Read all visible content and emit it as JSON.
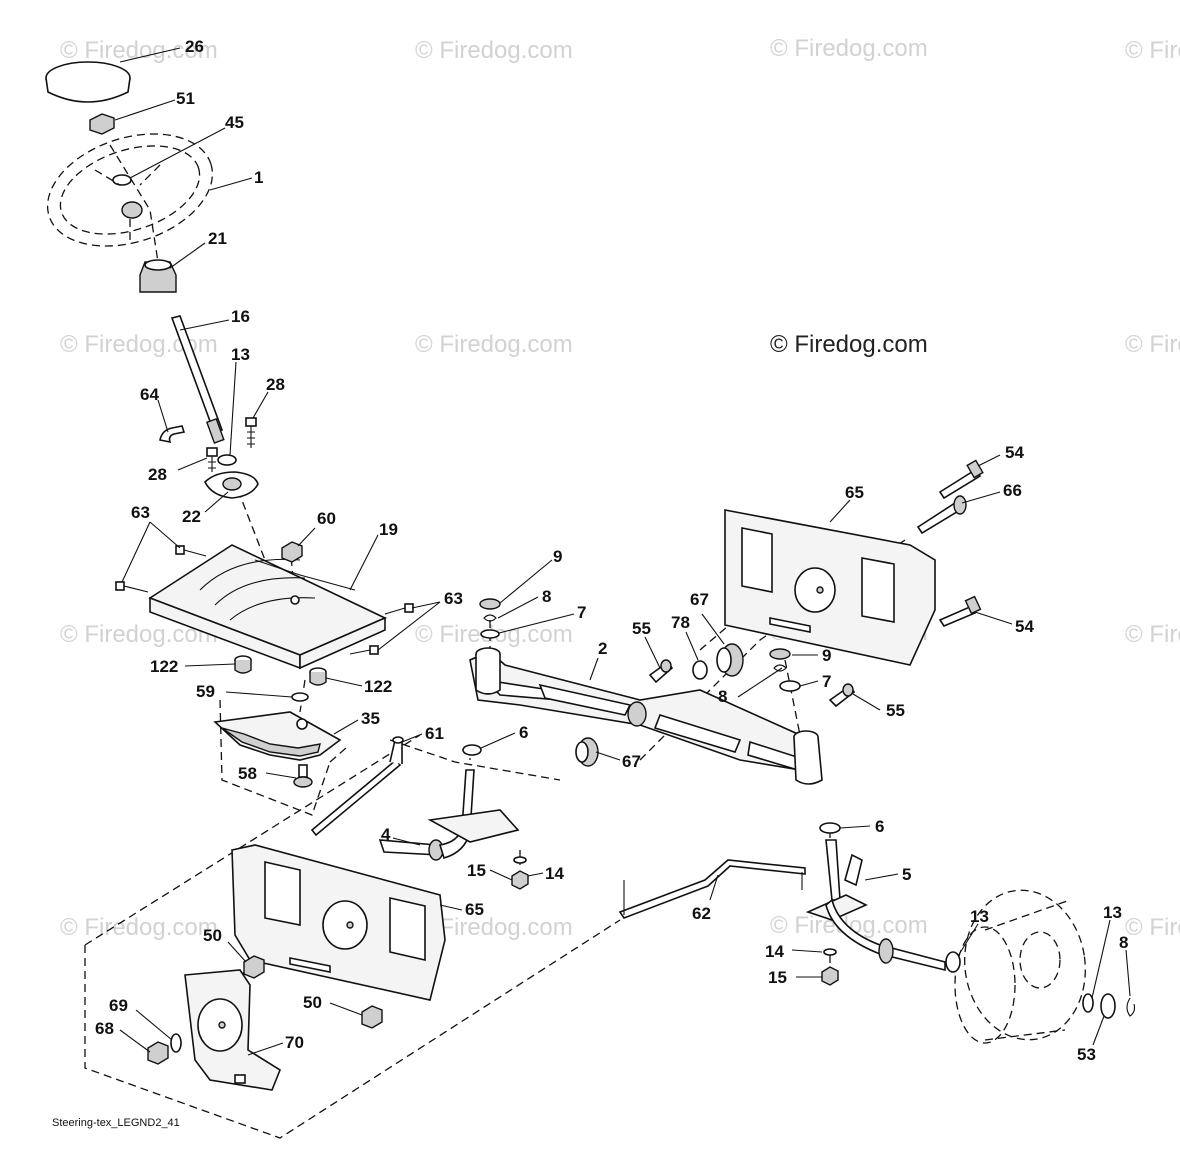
{
  "watermark": "© Firedog.com",
  "watermark_main": "© Firedog.com",
  "footer_caption": "Steering-tex_LEGND2_41",
  "callouts": [
    {
      "id": "c26",
      "label": "26"
    },
    {
      "id": "c51",
      "label": "51"
    },
    {
      "id": "c45",
      "label": "45"
    },
    {
      "id": "c1",
      "label": "1"
    },
    {
      "id": "c21",
      "label": "21"
    },
    {
      "id": "c16",
      "label": "16"
    },
    {
      "id": "c13a",
      "label": "13"
    },
    {
      "id": "c64",
      "label": "64"
    },
    {
      "id": "c28a",
      "label": "28"
    },
    {
      "id": "c28b",
      "label": "28"
    },
    {
      "id": "c22",
      "label": "22"
    },
    {
      "id": "c63a",
      "label": "63"
    },
    {
      "id": "c60",
      "label": "60"
    },
    {
      "id": "c19",
      "label": "19"
    },
    {
      "id": "c63b",
      "label": "63"
    },
    {
      "id": "c122a",
      "label": "122"
    },
    {
      "id": "c122b",
      "label": "122"
    },
    {
      "id": "c59",
      "label": "59"
    },
    {
      "id": "c35",
      "label": "35"
    },
    {
      "id": "c58",
      "label": "58"
    },
    {
      "id": "c61",
      "label": "61"
    },
    {
      "id": "c4",
      "label": "4"
    },
    {
      "id": "c6a",
      "label": "6"
    },
    {
      "id": "c15a",
      "label": "15"
    },
    {
      "id": "c14a",
      "label": "14"
    },
    {
      "id": "c9a",
      "label": "9"
    },
    {
      "id": "c8a",
      "label": "8"
    },
    {
      "id": "c7a",
      "label": "7"
    },
    {
      "id": "c55a",
      "label": "55"
    },
    {
      "id": "c78",
      "label": "78"
    },
    {
      "id": "c67a",
      "label": "67"
    },
    {
      "id": "c2",
      "label": "2"
    },
    {
      "id": "c67b",
      "label": "67"
    },
    {
      "id": "c9b",
      "label": "9"
    },
    {
      "id": "c8b",
      "label": "8"
    },
    {
      "id": "c7b",
      "label": "7"
    },
    {
      "id": "c55b",
      "label": "55"
    },
    {
      "id": "c65a",
      "label": "65"
    },
    {
      "id": "c54a",
      "label": "54"
    },
    {
      "id": "c66",
      "label": "66"
    },
    {
      "id": "c54b",
      "label": "54"
    },
    {
      "id": "c6b",
      "label": "6"
    },
    {
      "id": "c5",
      "label": "5"
    },
    {
      "id": "c62",
      "label": "62"
    },
    {
      "id": "c14b",
      "label": "14"
    },
    {
      "id": "c15b",
      "label": "15"
    },
    {
      "id": "c13b",
      "label": "13"
    },
    {
      "id": "c13c",
      "label": "13"
    },
    {
      "id": "c8c",
      "label": "8"
    },
    {
      "id": "c53",
      "label": "53"
    },
    {
      "id": "c65b",
      "label": "65"
    },
    {
      "id": "c50a",
      "label": "50"
    },
    {
      "id": "c50b",
      "label": "50"
    },
    {
      "id": "c69",
      "label": "69"
    },
    {
      "id": "c68",
      "label": "68"
    },
    {
      "id": "c70",
      "label": "70"
    }
  ]
}
